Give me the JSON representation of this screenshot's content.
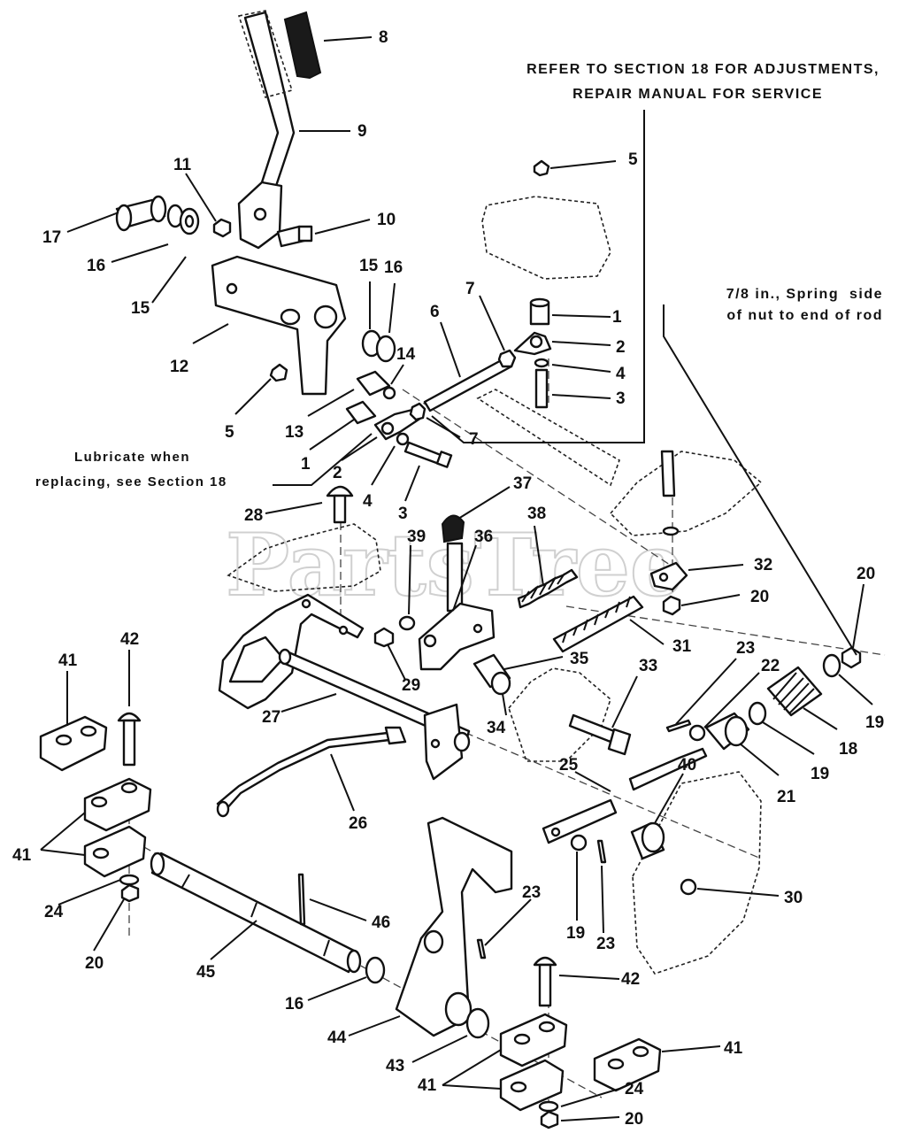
{
  "notes": {
    "refer_line1": "REFER TO SECTION 18 FOR ADJUSTMENTS,",
    "refer_line2": "REPAIR MANUAL FOR SERVICE",
    "spring_line1": "7/8 in., Spring  side",
    "spring_line2": "of nut to end of rod",
    "lube_line1": "Lubricate when",
    "lube_line2": "replacing, see Section 18"
  },
  "watermark": "PartsTree",
  "callouts": [
    {
      "id": "c8",
      "label": "8"
    },
    {
      "id": "c9",
      "label": "9"
    },
    {
      "id": "c11",
      "label": "11"
    },
    {
      "id": "c10",
      "label": "10"
    },
    {
      "id": "c17",
      "label": "17"
    },
    {
      "id": "c16a",
      "label": "16"
    },
    {
      "id": "c15a",
      "label": "15"
    },
    {
      "id": "c12",
      "label": "12"
    },
    {
      "id": "c15b",
      "label": "15"
    },
    {
      "id": "c16b",
      "label": "16"
    },
    {
      "id": "c14",
      "label": "14"
    },
    {
      "id": "c5a",
      "label": "5"
    },
    {
      "id": "c13",
      "label": "13"
    },
    {
      "id": "c6",
      "label": "6"
    },
    {
      "id": "c7a",
      "label": "7"
    },
    {
      "id": "c5b",
      "label": "5"
    },
    {
      "id": "c1a",
      "label": "1"
    },
    {
      "id": "c2a",
      "label": "2"
    },
    {
      "id": "c4a",
      "label": "4"
    },
    {
      "id": "c3a",
      "label": "3"
    },
    {
      "id": "c7b",
      "label": "7"
    },
    {
      "id": "c1b",
      "label": "1"
    },
    {
      "id": "c2b",
      "label": "2"
    },
    {
      "id": "c4b",
      "label": "4"
    },
    {
      "id": "c3b",
      "label": "3"
    },
    {
      "id": "c28",
      "label": "28"
    },
    {
      "id": "c37",
      "label": "37"
    },
    {
      "id": "c39",
      "label": "39"
    },
    {
      "id": "c36",
      "label": "36"
    },
    {
      "id": "c38",
      "label": "38"
    },
    {
      "id": "c32",
      "label": "32"
    },
    {
      "id": "c20a",
      "label": "20"
    },
    {
      "id": "c20b",
      "label": "20"
    },
    {
      "id": "c31",
      "label": "31"
    },
    {
      "id": "c35",
      "label": "35"
    },
    {
      "id": "c29",
      "label": "29"
    },
    {
      "id": "c41a",
      "label": "41"
    },
    {
      "id": "c42a",
      "label": "42"
    },
    {
      "id": "c27",
      "label": "27"
    },
    {
      "id": "c33",
      "label": "33"
    },
    {
      "id": "c23a",
      "label": "23"
    },
    {
      "id": "c22",
      "label": "22"
    },
    {
      "id": "c19a",
      "label": "19"
    },
    {
      "id": "c18",
      "label": "18"
    },
    {
      "id": "c34",
      "label": "34"
    },
    {
      "id": "c19b",
      "label": "19"
    },
    {
      "id": "c21",
      "label": "21"
    },
    {
      "id": "c25",
      "label": "25"
    },
    {
      "id": "c40",
      "label": "40"
    },
    {
      "id": "c26",
      "label": "26"
    },
    {
      "id": "c41b",
      "label": "41"
    },
    {
      "id": "c24a",
      "label": "24"
    },
    {
      "id": "c20c",
      "label": "20"
    },
    {
      "id": "c46",
      "label": "46"
    },
    {
      "id": "c23b",
      "label": "23"
    },
    {
      "id": "c30",
      "label": "30"
    },
    {
      "id": "c19c",
      "label": "19"
    },
    {
      "id": "c23c",
      "label": "23"
    },
    {
      "id": "c45",
      "label": "45"
    },
    {
      "id": "c16c",
      "label": "16"
    },
    {
      "id": "c42b",
      "label": "42"
    },
    {
      "id": "c44",
      "label": "44"
    },
    {
      "id": "c43",
      "label": "43"
    },
    {
      "id": "c41c",
      "label": "41"
    },
    {
      "id": "c41d",
      "label": "41"
    },
    {
      "id": "c24b",
      "label": "24"
    },
    {
      "id": "c20d",
      "label": "20"
    }
  ]
}
